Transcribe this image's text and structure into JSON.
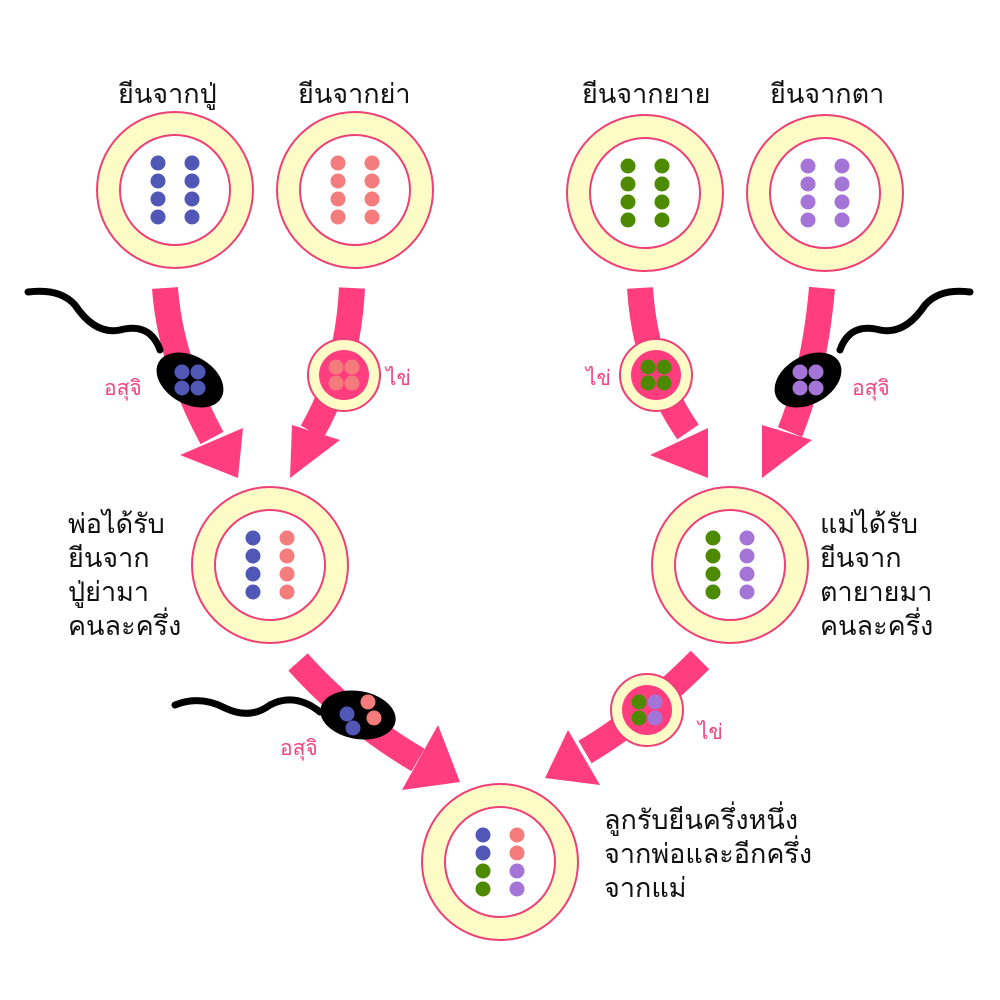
{
  "colors": {
    "arrow": "#ff3d7f",
    "ring_fill": "#fdfcc6",
    "ring_stroke": "#ee3f76",
    "sperm": "#000000",
    "gene_paternal_grandfather": "#5057b5",
    "gene_paternal_grandmother": "#f47c7c",
    "gene_maternal_grandmother": "#4d8a00",
    "gene_maternal_grandfather": "#a474d6",
    "label_pink": "#f0447f"
  },
  "grandparents": [
    {
      "id": "paternal-grandfather",
      "label": "ยีนจากปู่",
      "genes": [
        "gene_paternal_grandfather",
        "gene_paternal_grandfather"
      ]
    },
    {
      "id": "paternal-grandmother",
      "label": "ยีนจากย่า",
      "genes": [
        "gene_paternal_grandmother",
        "gene_paternal_grandmother"
      ]
    },
    {
      "id": "maternal-grandmother",
      "label": "ยีนจากยาย",
      "genes": [
        "gene_maternal_grandmother",
        "gene_maternal_grandmother"
      ]
    },
    {
      "id": "maternal-grandfather",
      "label": "ยีนจากตา",
      "genes": [
        "gene_maternal_grandfather",
        "gene_maternal_grandfather"
      ]
    }
  ],
  "gametes": {
    "sperm_label": "อสุจิ",
    "egg_label": "ไข่"
  },
  "father": {
    "lines": [
      "พ่อได้รับ",
      "ยีนจาก",
      "ปู่ย่ามา",
      "คนละครึ่ง"
    ]
  },
  "mother": {
    "lines": [
      "แม่ได้รับ",
      "ยีนจาก",
      "ตายายมา",
      "คนละครึ่ง"
    ]
  },
  "child": {
    "lines": [
      "ลูกรับยีนครึ่งหนึ่ง",
      "จากพ่อและอีกครึ่ง",
      "จากแม่"
    ]
  }
}
